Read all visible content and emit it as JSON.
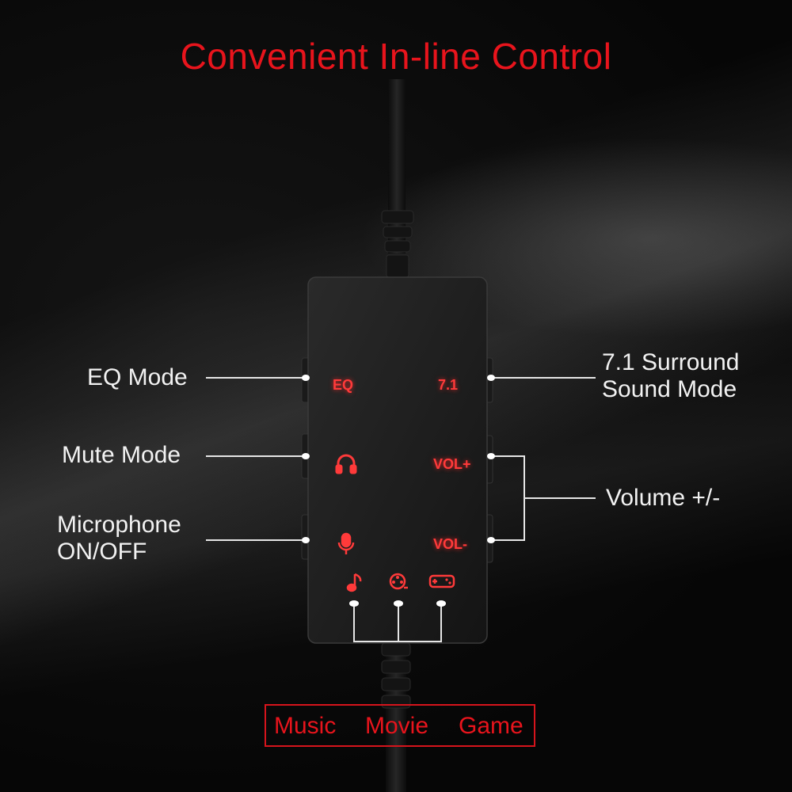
{
  "title": "Convenient In-line Control",
  "labels": {
    "eq_mode": "EQ Mode",
    "mute_mode": "Mute Mode",
    "microphone_line1": "Microphone",
    "microphone_line2": "ON/OFF",
    "surround_line1": "7.1 Surround",
    "surround_line2": "Sound Mode",
    "volume": "Volume +/-"
  },
  "device": {
    "eq": "EQ",
    "surround": "7.1",
    "vol_up": "VOL+",
    "vol_down": "VOL-",
    "icons": [
      "headphone-icon",
      "microphone-icon",
      "music-note-icon",
      "movie-reel-icon",
      "gamepad-icon"
    ]
  },
  "modes": [
    "Music",
    "Movie",
    "Game"
  ],
  "colors": {
    "accent": "#e8141c",
    "led": "#ff3a3a",
    "text": "#f2f2f2"
  }
}
